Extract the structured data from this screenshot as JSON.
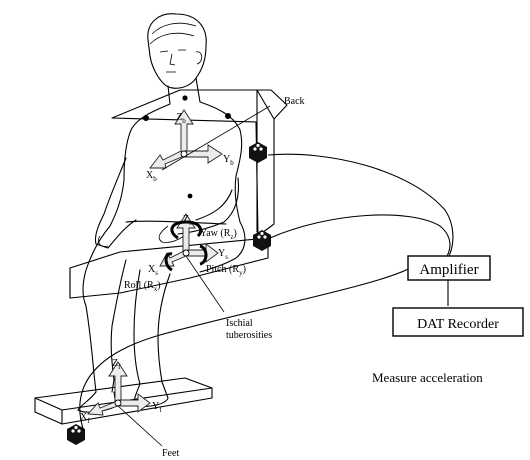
{
  "labels": {
    "back": "Back",
    "ischial": [
      "Ischial",
      "tuberosities"
    ],
    "feet": "Feet",
    "amplifier": "Amplifier",
    "dat_recorder": "DAT Recorder",
    "measure": "Measure acceleration"
  },
  "axes": {
    "back": {
      "z": "Z",
      "z_sub": "b",
      "y": "Y",
      "y_sub": "b",
      "x": "X",
      "x_sub": "b"
    },
    "seat": {
      "z": "Z",
      "z_sub": "s",
      "y": "Y",
      "y_sub": "s",
      "x": "X",
      "x_sub": "s",
      "yaw": "Yaw (R",
      "yaw_sub": "z",
      "pitch": "Pitch (R",
      "pitch_sub": "y",
      "roll": "Roll (R",
      "roll_sub": "x",
      "close": ")"
    },
    "feet": {
      "z": "Z",
      "z_sub": "f",
      "y": "Y",
      "y_sub": "f",
      "x": "X",
      "x_sub": "f"
    }
  },
  "colors": {
    "line": "#000000",
    "arrow_fill": "#ececec",
    "sensor": "#111111"
  },
  "icons": {
    "sensor": "accelerometer-cube-icon"
  }
}
